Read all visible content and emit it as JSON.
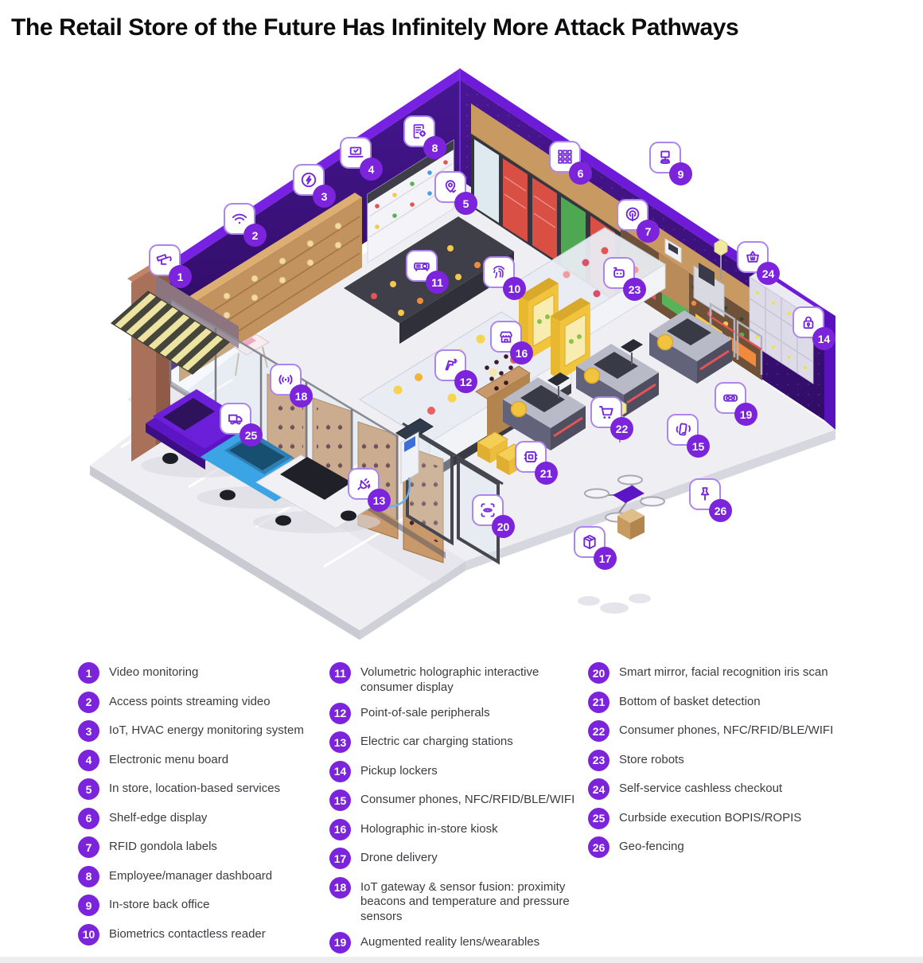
{
  "title": "The Retail Store of the Future Has Infinitely More Attack Pathways",
  "colors": {
    "accent": "#7B24DC",
    "badge_border": "#AC86EC",
    "icon_stroke": "#7226DE",
    "wall_bright": "#6D1BD9",
    "wall_dark": "#341070",
    "floor": "#EEEEF3",
    "legend_text": "#3B3B43"
  },
  "markers": [
    {
      "num": "1",
      "label": "Video monitoring",
      "icon": "cctv-camera-icon"
    },
    {
      "num": "2",
      "label": "Access points streaming video",
      "icon": "wifi-icon"
    },
    {
      "num": "3",
      "label": "IoT, HVAC energy monitoring system",
      "icon": "energy-bolt-icon"
    },
    {
      "num": "4",
      "label": "Electronic menu board",
      "icon": "laptop-check-icon"
    },
    {
      "num": "5",
      "label": "In store, location-based services",
      "icon": "location-pin-icon"
    },
    {
      "num": "6",
      "label": "Shelf-edge display",
      "icon": "grid-display-icon"
    },
    {
      "num": "7",
      "label": "RFID gondola labels",
      "icon": "antenna-broadcast-icon"
    },
    {
      "num": "8",
      "label": "Employee/manager dashboard",
      "icon": "dashboard-checklist-icon"
    },
    {
      "num": "9",
      "label": "In-store back office",
      "icon": "desktop-computer-icon"
    },
    {
      "num": "10",
      "label": "Biometrics contactless reader",
      "icon": "fingerprint-icon"
    },
    {
      "num": "11",
      "label": "Volumetric holographic interactive consumer display",
      "icon": "projector-icon"
    },
    {
      "num": "12",
      "label": "Point-of-sale peripherals",
      "icon": "barcode-scanner-icon"
    },
    {
      "num": "13",
      "label": "Electric car charging stations",
      "icon": "ev-plug-icon"
    },
    {
      "num": "14",
      "label": "Pickup lockers",
      "icon": "padlock-icon"
    },
    {
      "num": "15",
      "label": "Consumer phones, NFC/RFID/BLE/WIFI",
      "icon": "phone-vibrate-icon"
    },
    {
      "num": "16",
      "label": "Holographic in-store kiosk",
      "icon": "kiosk-awning-icon"
    },
    {
      "num": "17",
      "label": "Drone delivery",
      "icon": "package-box-icon"
    },
    {
      "num": "18",
      "label": "IoT gateway & sensor fusion: proximity beacons and temperature and pressure sensors",
      "icon": "beacon-signal-icon"
    },
    {
      "num": "19",
      "label": "Augmented reality lens/wearables",
      "icon": "ar-goggles-icon"
    },
    {
      "num": "20",
      "label": "Smart mirror, facial recognition iris scan",
      "icon": "iris-scan-icon"
    },
    {
      "num": "21",
      "label": "Bottom of basket detection",
      "icon": "chip-icon"
    },
    {
      "num": "22",
      "label": "Consumer phones, NFC/RFID/BLE/WIFI",
      "icon": "shopping-cart-icon"
    },
    {
      "num": "23",
      "label": "Store robots",
      "icon": "robot-icon"
    },
    {
      "num": "24",
      "label": "Self-service cashless checkout",
      "icon": "shopping-basket-icon"
    },
    {
      "num": "25",
      "label": "Curbside execution BOPIS/ROPIS",
      "icon": "delivery-truck-icon"
    },
    {
      "num": "26",
      "label": "Geo-fencing",
      "icon": "push-pin-icon"
    }
  ],
  "legend": {
    "column1": [
      {
        "num": "1",
        "label": "Video monitoring"
      },
      {
        "num": "2",
        "label": "Access points streaming video"
      },
      {
        "num": "3",
        "label": "IoT, HVAC energy monitoring system"
      },
      {
        "num": "4",
        "label": "Electronic menu board"
      },
      {
        "num": "5",
        "label": "In store, location-based services"
      },
      {
        "num": "6",
        "label": "Shelf-edge display"
      },
      {
        "num": "7",
        "label": "RFID gondola labels"
      },
      {
        "num": "8",
        "label": "Employee/manager dashboard"
      },
      {
        "num": "9",
        "label": "In-store back office"
      },
      {
        "num": "10",
        "label": "Biometrics contactless reader"
      }
    ],
    "column2": [
      {
        "num": "11",
        "label": "Volumetric holographic interactive consumer display"
      },
      {
        "num": "12",
        "label": "Point-of-sale peripherals"
      },
      {
        "num": "13",
        "label": "Electric car charging stations"
      },
      {
        "num": "14",
        "label": "Pickup lockers"
      },
      {
        "num": "15",
        "label": "Consumer phones, NFC/RFID/BLE/WIFI"
      },
      {
        "num": "16",
        "label": "Holographic in-store kiosk"
      },
      {
        "num": "17",
        "label": "Drone delivery"
      },
      {
        "num": "18",
        "label": "IoT gateway & sensor fusion: proximity beacons and temperature and pressure sensors"
      },
      {
        "num": "19",
        "label": "Augmented reality lens/wearables"
      }
    ],
    "column3": [
      {
        "num": "20",
        "label": "Smart mirror, facial recognition iris scan"
      },
      {
        "num": "21",
        "label": "Bottom of basket detection"
      },
      {
        "num": "22",
        "label": "Consumer phones, NFC/RFID/BLE/WIFI"
      },
      {
        "num": "23",
        "label": "Store robots"
      },
      {
        "num": "24",
        "label": "Self-service cashless checkout"
      },
      {
        "num": "25",
        "label": "Curbside execution BOPIS/ROPIS"
      },
      {
        "num": "26",
        "label": "Geo-fencing"
      }
    ]
  }
}
